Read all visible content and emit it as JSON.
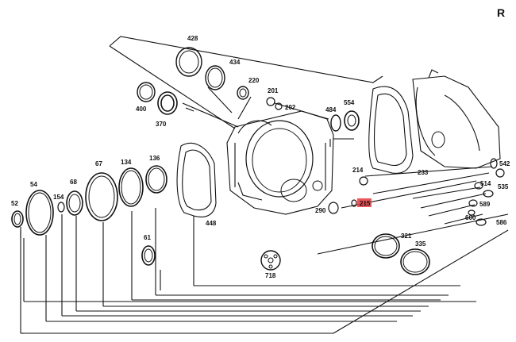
{
  "diagram": {
    "corner_label": "R",
    "highlight_part": "215",
    "parts": [
      {
        "id": "428"
      },
      {
        "id": "434"
      },
      {
        "id": "220"
      },
      {
        "id": "400"
      },
      {
        "id": "370"
      },
      {
        "id": "201"
      },
      {
        "id": "202"
      },
      {
        "id": "484"
      },
      {
        "id": "554"
      },
      {
        "id": "233"
      },
      {
        "id": "214"
      },
      {
        "id": "215"
      },
      {
        "id": "290"
      },
      {
        "id": "542"
      },
      {
        "id": "535"
      },
      {
        "id": "514"
      },
      {
        "id": "589"
      },
      {
        "id": "600"
      },
      {
        "id": "586"
      },
      {
        "id": "321"
      },
      {
        "id": "335"
      },
      {
        "id": "718"
      },
      {
        "id": "448"
      },
      {
        "id": "61"
      },
      {
        "id": "136"
      },
      {
        "id": "134"
      },
      {
        "id": "67"
      },
      {
        "id": "68"
      },
      {
        "id": "154"
      },
      {
        "id": "54"
      },
      {
        "id": "52"
      }
    ]
  }
}
